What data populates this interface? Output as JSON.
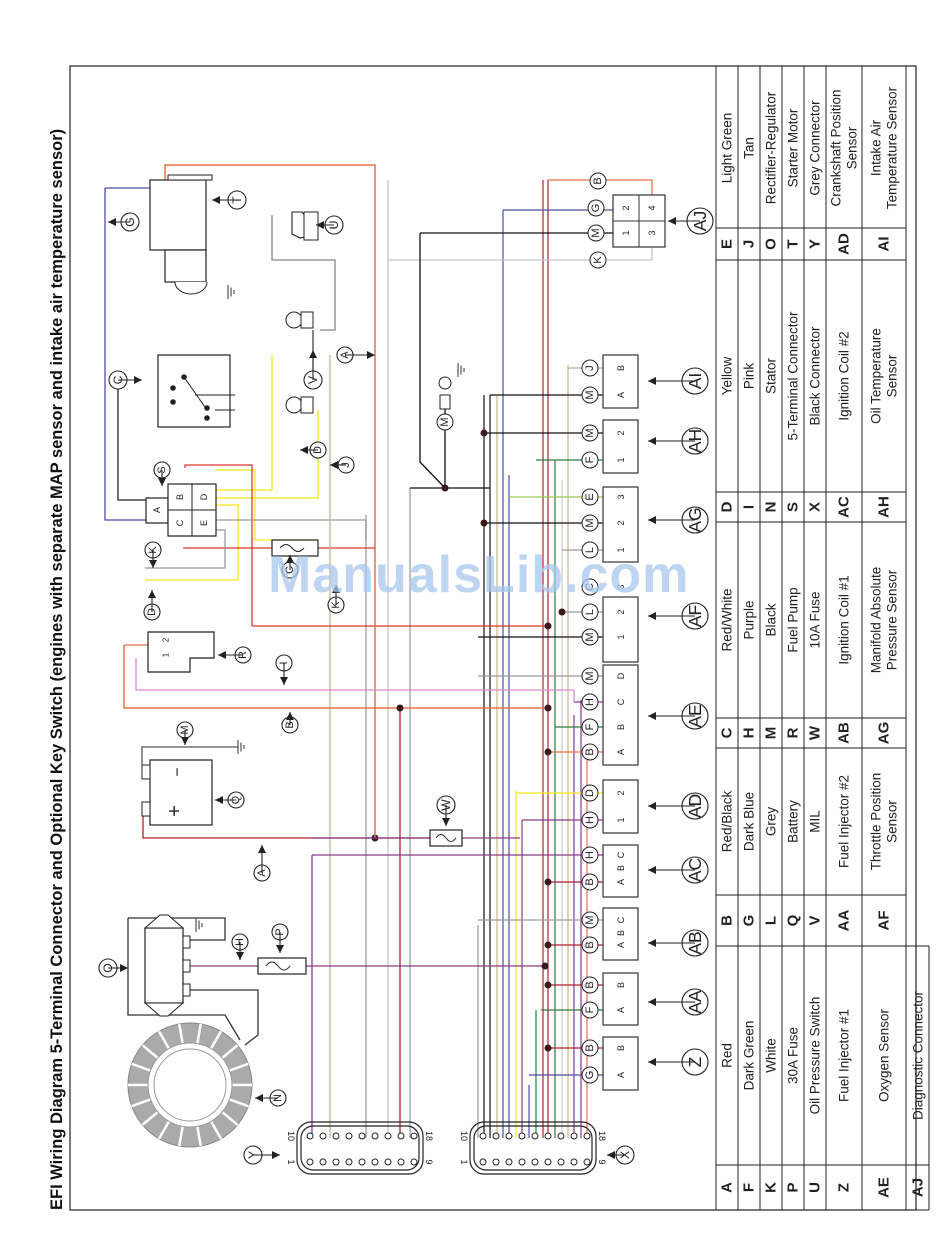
{
  "title": "EFI Wiring Diagram 5-Terminal Connector and Optional Key Switch (engines with separate MAP sensor and intake air temperature sensor)",
  "watermark": "ManualsLib.com",
  "legend": [
    {
      "code": "A",
      "label": "Red"
    },
    {
      "code": "B",
      "label": "Red/Black"
    },
    {
      "code": "C",
      "label": "Red/White"
    },
    {
      "code": "D",
      "label": "Yellow"
    },
    {
      "code": "E",
      "label": "Light Green"
    },
    {
      "code": "F",
      "label": "Dark Green"
    },
    {
      "code": "G",
      "label": "Dark Blue"
    },
    {
      "code": "H",
      "label": "Purple"
    },
    {
      "code": "I",
      "label": "Pink"
    },
    {
      "code": "J",
      "label": "Tan"
    },
    {
      "code": "K",
      "label": "White"
    },
    {
      "code": "L",
      "label": "Grey"
    },
    {
      "code": "M",
      "label": "Black"
    },
    {
      "code": "N",
      "label": "Stator"
    },
    {
      "code": "O",
      "label": "Rectifier-Regulator"
    },
    {
      "code": "P",
      "label": "30A Fuse"
    },
    {
      "code": "Q",
      "label": "Battery"
    },
    {
      "code": "R",
      "label": "Fuel Pump"
    },
    {
      "code": "S",
      "label": "5-Terminal Connector"
    },
    {
      "code": "T",
      "label": "Starter Motor"
    },
    {
      "code": "U",
      "label": "Oil Pressure Switch"
    },
    {
      "code": "V",
      "label": "MIL"
    },
    {
      "code": "W",
      "label": "10A Fuse"
    },
    {
      "code": "X",
      "label": "Black Connector"
    },
    {
      "code": "Y",
      "label": "Grey Connector"
    },
    {
      "code": "Z",
      "label": "Fuel Injector #1"
    },
    {
      "code": "AA",
      "label": "Fuel Injector #2"
    },
    {
      "code": "AB",
      "label": "Ignition Coil #1"
    },
    {
      "code": "AC",
      "label": "Ignition Coil #2"
    },
    {
      "code": "AD",
      "label": "Crankshaft Position Sensor"
    },
    {
      "code": "AE",
      "label": "Oxygen Sensor"
    },
    {
      "code": "AF",
      "label": "Throttle Position Sensor"
    },
    {
      "code": "AG",
      "label": "Manifold Absolute Pressure Sensor"
    },
    {
      "code": "AH",
      "label": "Oil Temperature Sensor"
    },
    {
      "code": "AI",
      "label": "Intake Air Temperature Sensor"
    },
    {
      "code": "AJ",
      "label": "Diagnostic Connector"
    }
  ],
  "wire_colors": {
    "A": "#d9382b",
    "B": "#b21e2c",
    "C": "#e8704a",
    "D": "#f2e81c",
    "E": "#9ccc4a",
    "F": "#2f7a3a",
    "G": "#4b4ea8",
    "H": "#8a3a8c",
    "I": "#d58cc9",
    "J": "#c9b38a",
    "K": "#c8c8c8",
    "L": "#9a9a9a",
    "M": "#111111"
  },
  "components": {
    "Z": {
      "pins": [
        "A",
        "B"
      ],
      "wires": [
        "G",
        "B"
      ]
    },
    "AA": {
      "pins": [
        "A",
        "B"
      ],
      "wires": [
        "F",
        "B"
      ]
    },
    "AB": {
      "pins": [
        "A",
        "B",
        "C"
      ],
      "wires": [
        "B",
        "M"
      ]
    },
    "AC": {
      "pins": [
        "A",
        "B",
        "C"
      ],
      "wires": [
        "B",
        "H"
      ]
    },
    "AD": {
      "pins": [
        "1",
        "2"
      ],
      "wires": [
        "H",
        "D"
      ]
    },
    "AE": {
      "pins": [
        "A",
        "B",
        "C",
        "D"
      ],
      "wires": [
        "B",
        "F",
        "H",
        "M"
      ]
    },
    "AF": {
      "pins": [
        "1",
        "2",
        "3"
      ],
      "wires": [
        "M",
        "L",
        "C"
      ]
    },
    "AG": {
      "pins": [
        "1",
        "2",
        "3"
      ],
      "wires": [
        "L",
        "M",
        "E"
      ]
    },
    "AH": {
      "pins": [
        "1",
        "2"
      ],
      "wires": [
        "F",
        "M"
      ]
    },
    "AI": {
      "pins": [
        "A",
        "B"
      ],
      "wires": [
        "M",
        "J"
      ]
    },
    "AJ": {
      "pins": [
        "1",
        "2",
        "3",
        "4"
      ],
      "wires": [
        "M",
        "G",
        "K",
        "B"
      ]
    },
    "S": {
      "pins": [
        "A",
        "B",
        "C",
        "D",
        "E"
      ]
    },
    "R": {
      "pins": [
        "1",
        "2"
      ]
    },
    "X": {
      "pin_first": "1",
      "pin_9": "9",
      "pin_10": "10",
      "pin_last": "18"
    },
    "Y": {
      "pin_first": "1",
      "pin_9": "9",
      "pin_10": "10",
      "pin_last": "18"
    }
  },
  "battery": {
    "plus": "+",
    "minus": "−"
  },
  "pin_letters": {
    "y1": "Y",
    "y2": "Y"
  }
}
